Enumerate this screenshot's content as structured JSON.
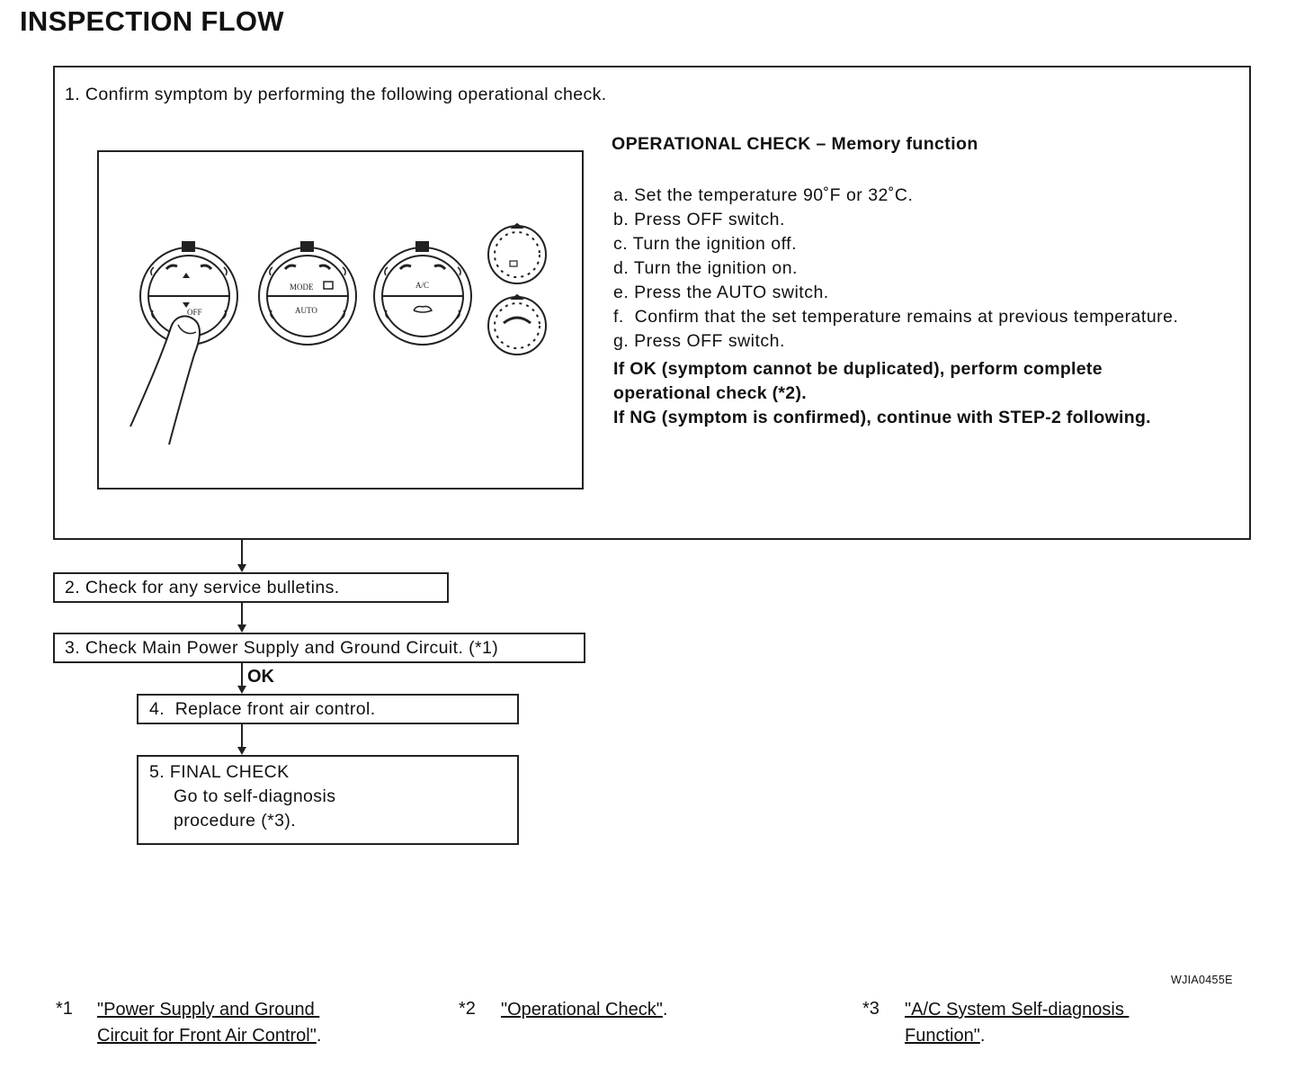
{
  "title": "INSPECTION FLOW",
  "step1": {
    "text": "1. Confirm symptom by performing the following operational check.",
    "operational_check": {
      "title": "OPERATIONAL CHECK – Memory function",
      "steps": [
        "a. Set the temperature 90˚F or 32˚C.",
        "b. Press OFF switch.",
        "c. Turn the ignition off.",
        "d. Turn the ignition on.",
        "e. Press the AUTO switch.",
        "f.  Confirm that the set temperature remains at previous temperature.",
        "g. Press OFF switch."
      ],
      "ok_line1": "If OK (symptom cannot be duplicated), perform complete",
      "ok_line2": "operational check (*2).",
      "ng_line": "If NG (symptom is confirmed), continue with STEP-2 following."
    },
    "illustration": {
      "labels": {
        "off": "OFF",
        "mode": "MODE",
        "auto": "AUTO",
        "ac": "A/C"
      }
    }
  },
  "step2": {
    "text": "2. Check for any service bulletins."
  },
  "step3": {
    "text": "3. Check Main Power Supply and Ground Circuit. (*1)"
  },
  "ok_label": "OK",
  "step4": {
    "text": "4.  Replace front air control."
  },
  "step5": {
    "line1": "5. FINAL CHECK",
    "line2": "Go to self-diagnosis",
    "line3": "procedure (*3)."
  },
  "figure_code": "WJIA0455E",
  "footnotes": [
    {
      "mark": "*1",
      "line1": "\"Power Supply and Ground ",
      "line2": "Circuit for Front Air Control\"",
      "tail": "."
    },
    {
      "mark": "*2",
      "line1": "\"Operational Check\"",
      "tail": "."
    },
    {
      "mark": "*3",
      "line1": "\"A/C System Self-diagnosis ",
      "line2": "Function\"",
      "tail": "."
    }
  ]
}
